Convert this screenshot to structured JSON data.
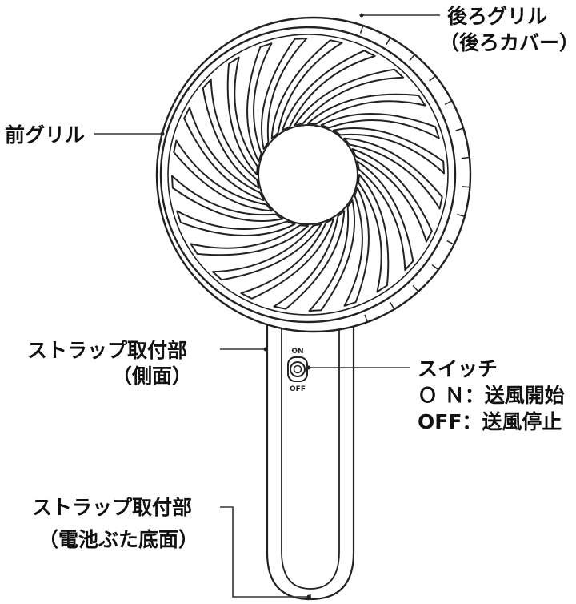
{
  "labels": {
    "rear_grill": "後ろグリル",
    "rear_grill_sub": "（後ろカバー）",
    "front_grill": "前グリル",
    "strap_side": "ストラップ取付部",
    "strap_side_sub": "（側面）",
    "switch": "スイッチ",
    "switch_on": "Ｏ Ｎ：送風開始",
    "switch_off": "OFF：送風停止",
    "strap_bottom": "ストラップ取付部",
    "strap_bottom_sub": "（電池ぶた底面）"
  },
  "device": {
    "switch_on_marking": "ON",
    "switch_off_marking": "OFF"
  }
}
